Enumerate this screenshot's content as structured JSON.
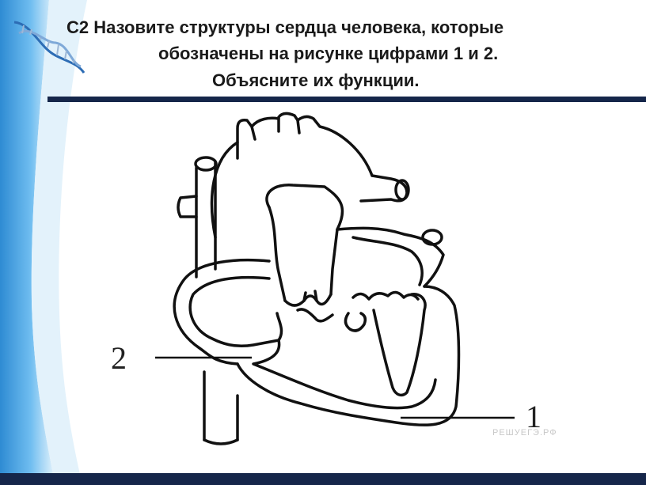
{
  "title": {
    "line1": "С2 Назовите структуры сердца человека, которые",
    "line2": "обозначены на рисунке цифрами 1 и 2.",
    "line3": "Объясните их функции."
  },
  "diagram": {
    "label_1": "1",
    "label_2": "2",
    "watermark": "РЕШУЕГЭ.РФ"
  },
  "colors": {
    "background_band": "#dff0fa",
    "band_accent": "#2f8fd6",
    "bar": "#15264a",
    "outline": "#111111"
  },
  "icons": [
    "dna-helix-icon"
  ]
}
